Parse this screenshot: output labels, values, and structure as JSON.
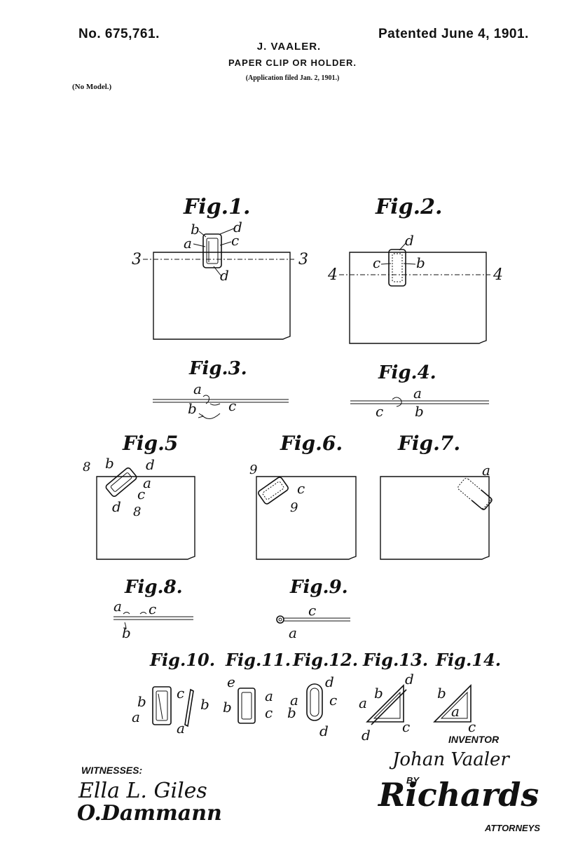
{
  "header": {
    "patent_number": "No. 675,761.",
    "patent_date": "Patented June 4, 1901.",
    "inventor_name": "J. VAALER.",
    "title": "PAPER CLIP OR HOLDER.",
    "application": "(Application filed Jan. 2, 1901.)",
    "model": "(No Model.)"
  },
  "figures": {
    "fig1": "Fig.1.",
    "fig2": "Fig.2.",
    "fig3": "Fig.3.",
    "fig4": "Fig.4.",
    "fig5": "Fig.5",
    "fig6": "Fig.6.",
    "fig7": "Fig.7.",
    "fig8": "Fig.8.",
    "fig9": "Fig.9.",
    "fig10": "Fig.10.",
    "fig11": "Fig.11.",
    "fig12": "Fig.12.",
    "fig13": "Fig.13.",
    "fig14": "Fig.14."
  },
  "labels": {
    "a": "a",
    "b": "b",
    "c": "c",
    "d": "d",
    "e": "e",
    "n3": "3",
    "n4": "4",
    "n8": "8",
    "n9": "9"
  },
  "footer": {
    "witnesses_label": "WITNESSES:",
    "witness_1": "Ella L. Giles",
    "witness_2": "O.Dammann",
    "inventor_label": "INVENTOR",
    "inventor_signature": "Johan Vaaler",
    "by_label": "BY",
    "attorney_signature": "Richards",
    "attorneys_label": "ATTORNEYS"
  }
}
